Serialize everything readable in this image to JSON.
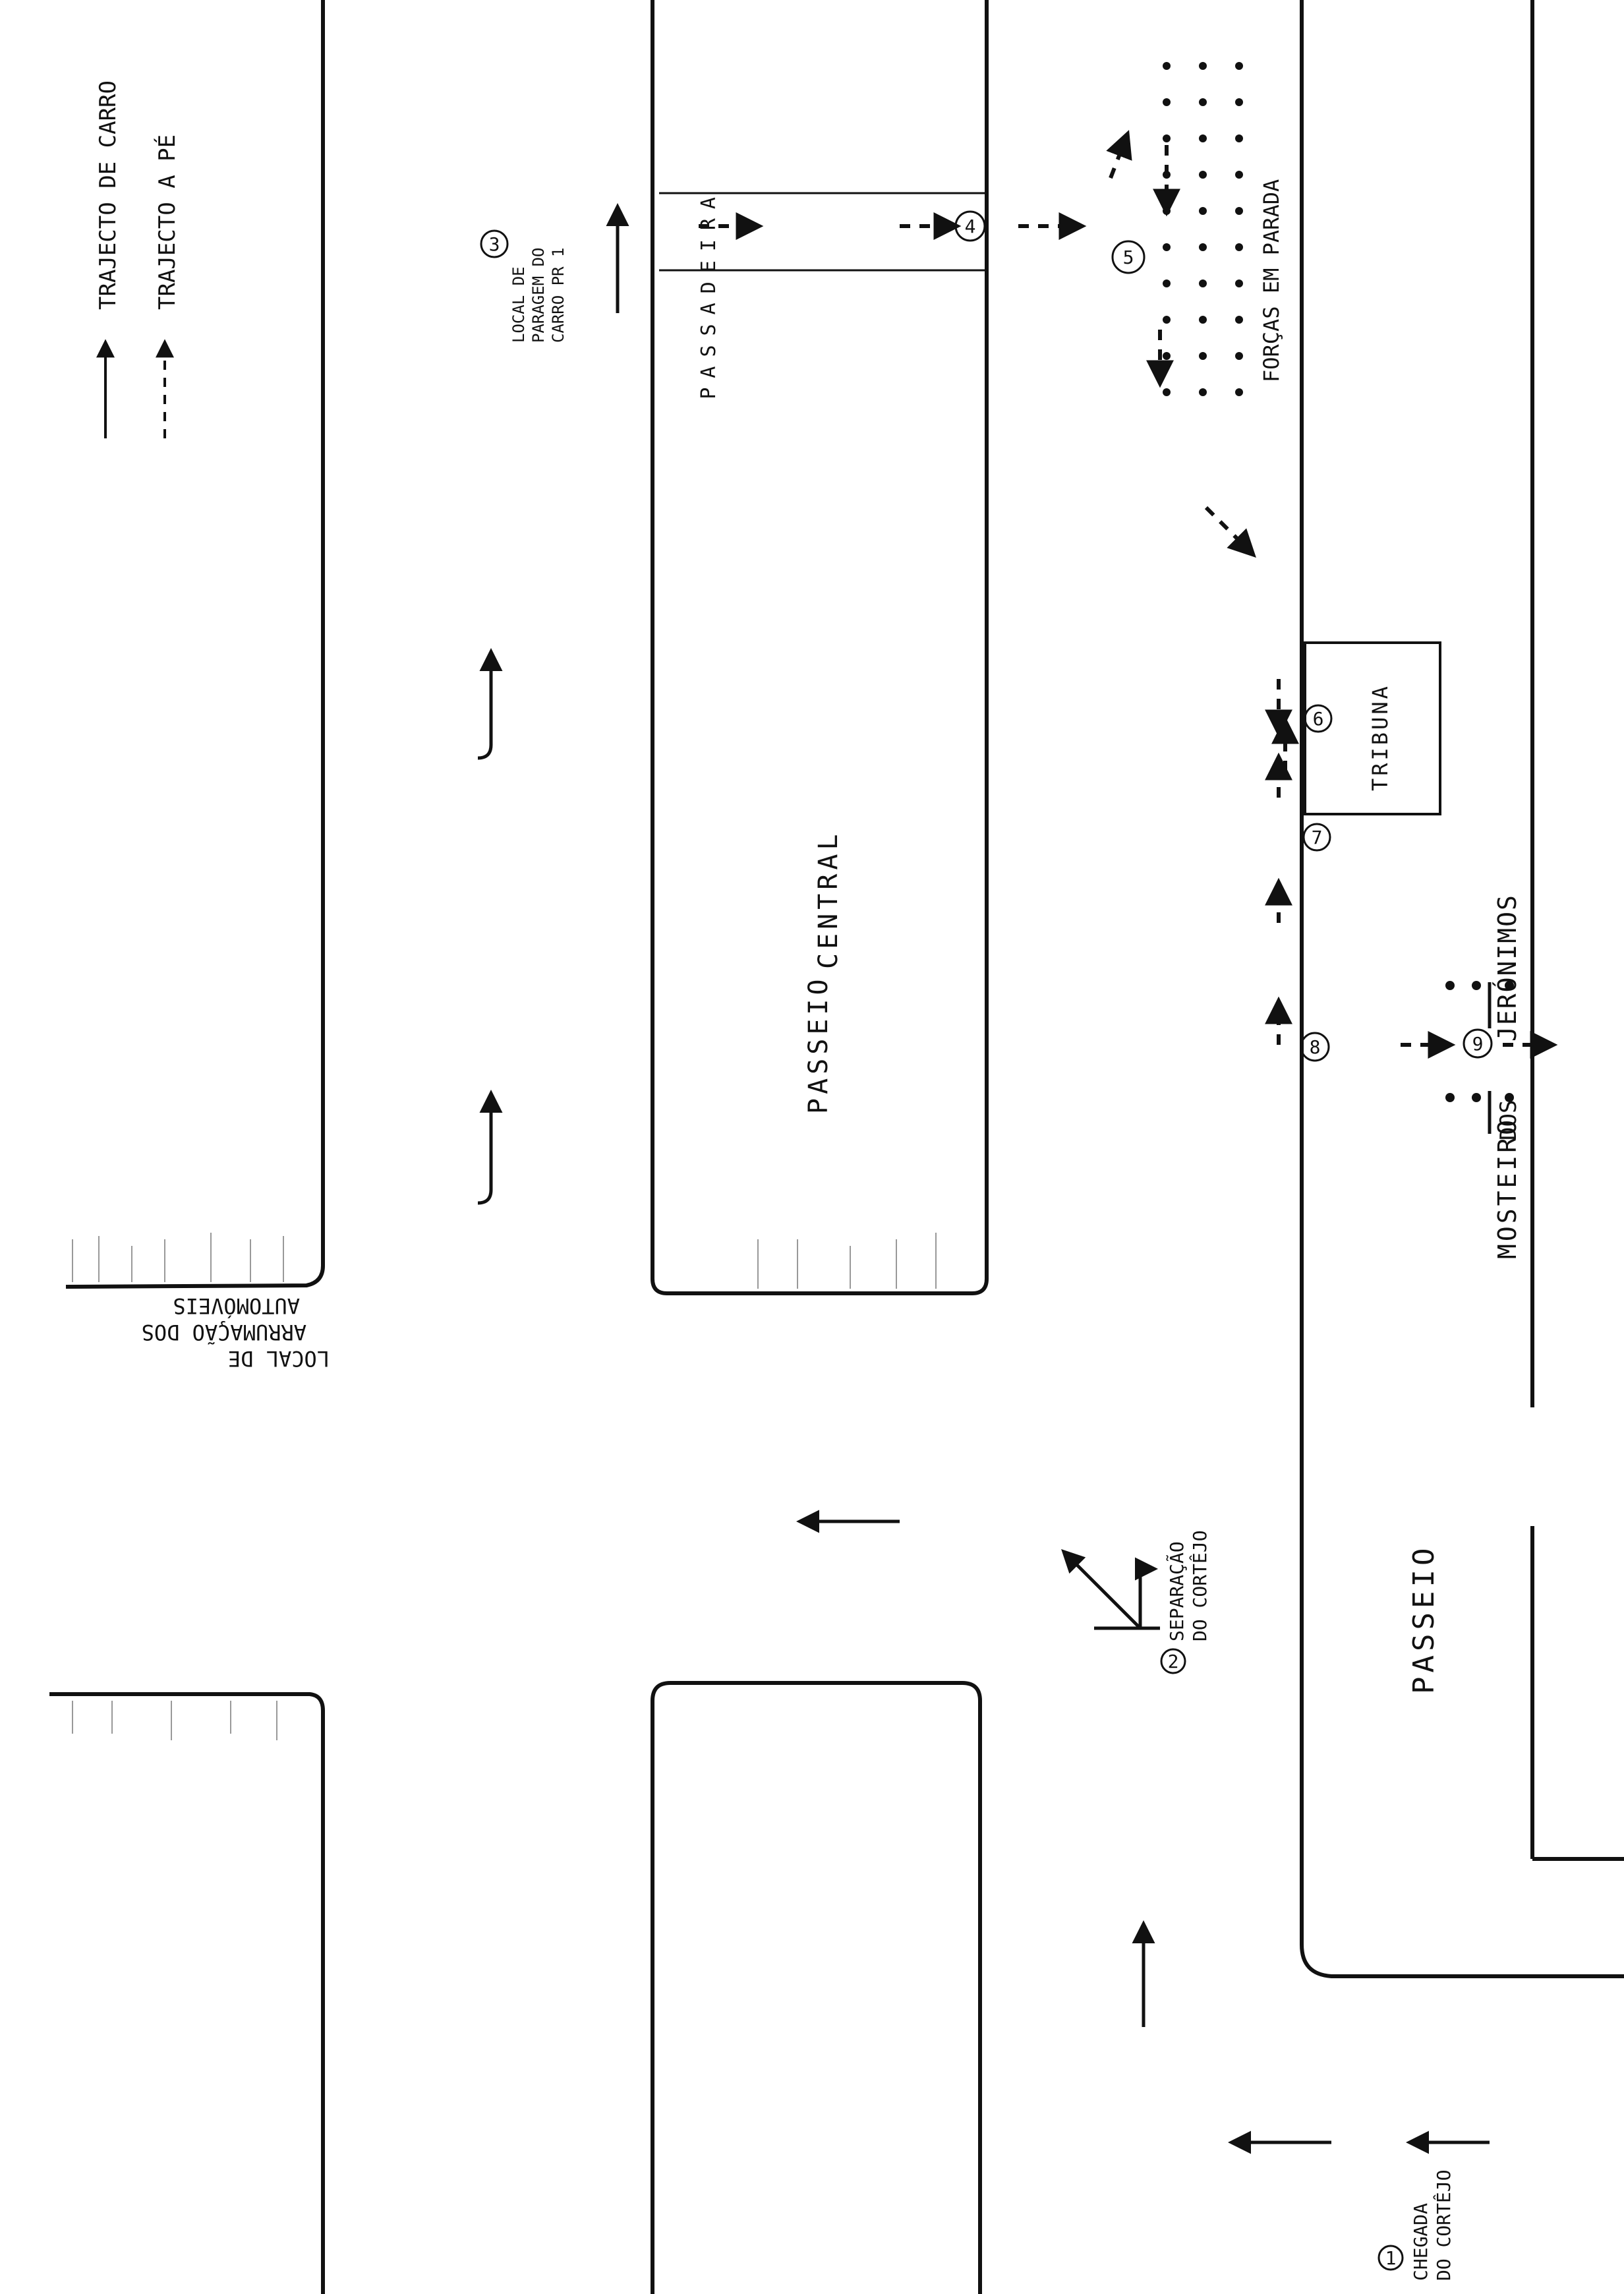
{
  "legend": {
    "car_route": "TRAJECTO DE CARRO",
    "walk_route": "TRAJECTO A PÉ"
  },
  "areas": {
    "passeio_central_1": "PASSEIO",
    "passeio_central_2": "CENTRAL",
    "passeio": "PASSEIO",
    "mosteiro_1": "MOSTEIRO",
    "mosteiro_2": "DOS",
    "mosteiro_3": "JERÓNIMOS",
    "tribuna": "TRIBUNA",
    "forcas": "FORÇAS EM PARADA",
    "passadeira": "PASSADEIRA",
    "local_1": "LOCAL DE",
    "local_2": "ARRUMAÇÃO DOS",
    "local_3": "AUTOMÓVEIS"
  },
  "markers": [
    {
      "num": "1",
      "line1": "CHEGADA",
      "line2": "DO CORTÊJO"
    },
    {
      "num": "2",
      "line1": "SEPARAÇÃO",
      "line2": "DO CORTÊJO"
    },
    {
      "num": "3",
      "line1": "LOCAL DE",
      "line2": "PARAGEM DO",
      "line3": "CARRO PR 1"
    },
    {
      "num": "4"
    },
    {
      "num": "5"
    },
    {
      "num": "6"
    },
    {
      "num": "7"
    },
    {
      "num": "8"
    },
    {
      "num": "9"
    }
  ],
  "colors": {
    "ink": "#111111",
    "paper": "#ffffff"
  }
}
